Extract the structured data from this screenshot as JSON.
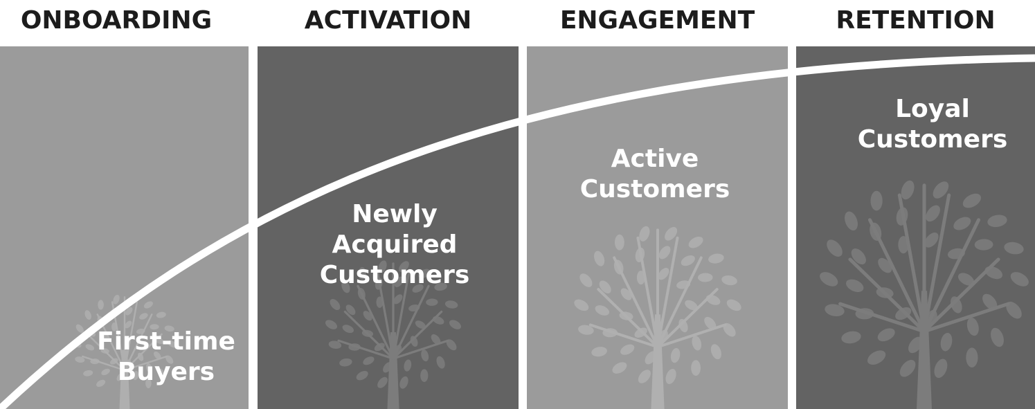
{
  "stages": [
    {
      "heading": "ONBOARDING",
      "label": "First-time\nBuyers",
      "fill": "#9b9b9b",
      "tree_fill": "#afafaf",
      "tree_level": 0.5
    },
    {
      "heading": "ACTIVATION",
      "label": "Newly\nAcquired\nCustomers",
      "fill": "#636363",
      "tree_fill": "#7c7c7c",
      "tree_level": 0.65
    },
    {
      "heading": "ENGAGEMENT",
      "label": "Active\nCustomers",
      "fill": "#9b9b9b",
      "tree_fill": "#b0b0b0",
      "tree_level": 0.8
    },
    {
      "heading": "RETENTION",
      "label": "Loyal\nCustomers",
      "fill": "#636363",
      "tree_fill": "#7c7c7c",
      "tree_level": 1.0
    }
  ],
  "colors": {
    "divider": "#ffffff",
    "curve": "#ffffff",
    "heading_text": "#1c1c1c",
    "label_text": "#ffffff"
  }
}
